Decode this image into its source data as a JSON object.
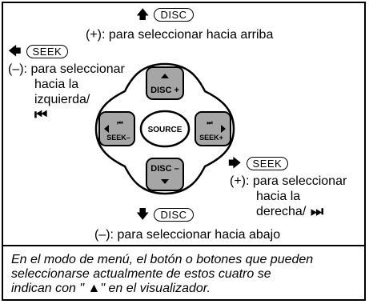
{
  "top": {
    "disc_label": "DISC",
    "desc": "(+): para seleccionar hacia arriba"
  },
  "left": {
    "seek_label": "SEEK",
    "desc_line1": "(–): para seleccionar",
    "desc_line2": "hacia la",
    "desc_line3": "izquierda/",
    "symbol": "⏮"
  },
  "right": {
    "seek_label": "SEEK",
    "desc_line1": "(+): para seleccionar",
    "desc_line2": "hacia la",
    "desc_line3": "derecha/",
    "symbol": "⏭"
  },
  "bottom": {
    "disc_label": "DISC",
    "desc": "(–): para seleccionar hacia abajo"
  },
  "control": {
    "up_label": "DISC +",
    "down_label": "DISC –",
    "left_label": "SEEK–",
    "right_label": "SEEK+",
    "center_label": "SOURCE"
  },
  "note": {
    "line1": "En el modo de menú, el botón o botones que pueden",
    "line2": "seleccionarse actualmente de estos cuatro se",
    "line3": "indican con \" ▲\" en el visualizador."
  },
  "colors": {
    "button_fill": "#a6a6a6",
    "pad_fill": "#ffffff",
    "stroke": "#000000"
  }
}
